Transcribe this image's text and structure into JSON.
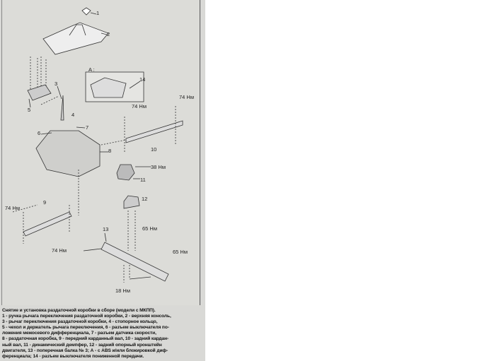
{
  "diagram": {
    "labels": {
      "n1": "1",
      "n2": "2",
      "n3": "3",
      "n4": "4",
      "n5": "5",
      "n6": "6",
      "n7": "7",
      "n8": "8",
      "n9": "9",
      "n10": "10",
      "n11": "11",
      "n12": "12",
      "n13": "13",
      "n14": "14",
      "view_a": "A :",
      "t74a": "74 Нм",
      "t74b": "74 Нм",
      "t74c": "74 Нм",
      "t74d": "74 Нм",
      "t38": "38 Нм",
      "t65a": "65 Нм",
      "t65b": "65 Нм",
      "t18": "18 Нм"
    }
  },
  "caption": {
    "lines": [
      "Снятие и установка раздаточной коробки в сборе (модели с МКПП).",
      "1 - ручка рычага переключения раздаточной коробки, 2 - верхняя консоль,",
      "3 - рычаг переключения раздаточной коробки, 4 - стопорное кольцо,",
      "5 - чехол и держатель рычага переключения, 6 - разъем выключателя по-",
      "ложения межосевого дифференциала, 7 - разъем датчика скорости,",
      "8 - раздаточная коробка, 9 - передний карданный вал, 10 - задний кардан-",
      "ный вал, 11 - динамический демпфер, 12 - задний опорный кронштейн",
      "двигателя, 13 - поперечная балка № 3; А - с ABS и/или блокировкой диф-",
      "ференциала; 14 - разъем выключателя пониженной передачи."
    ]
  }
}
